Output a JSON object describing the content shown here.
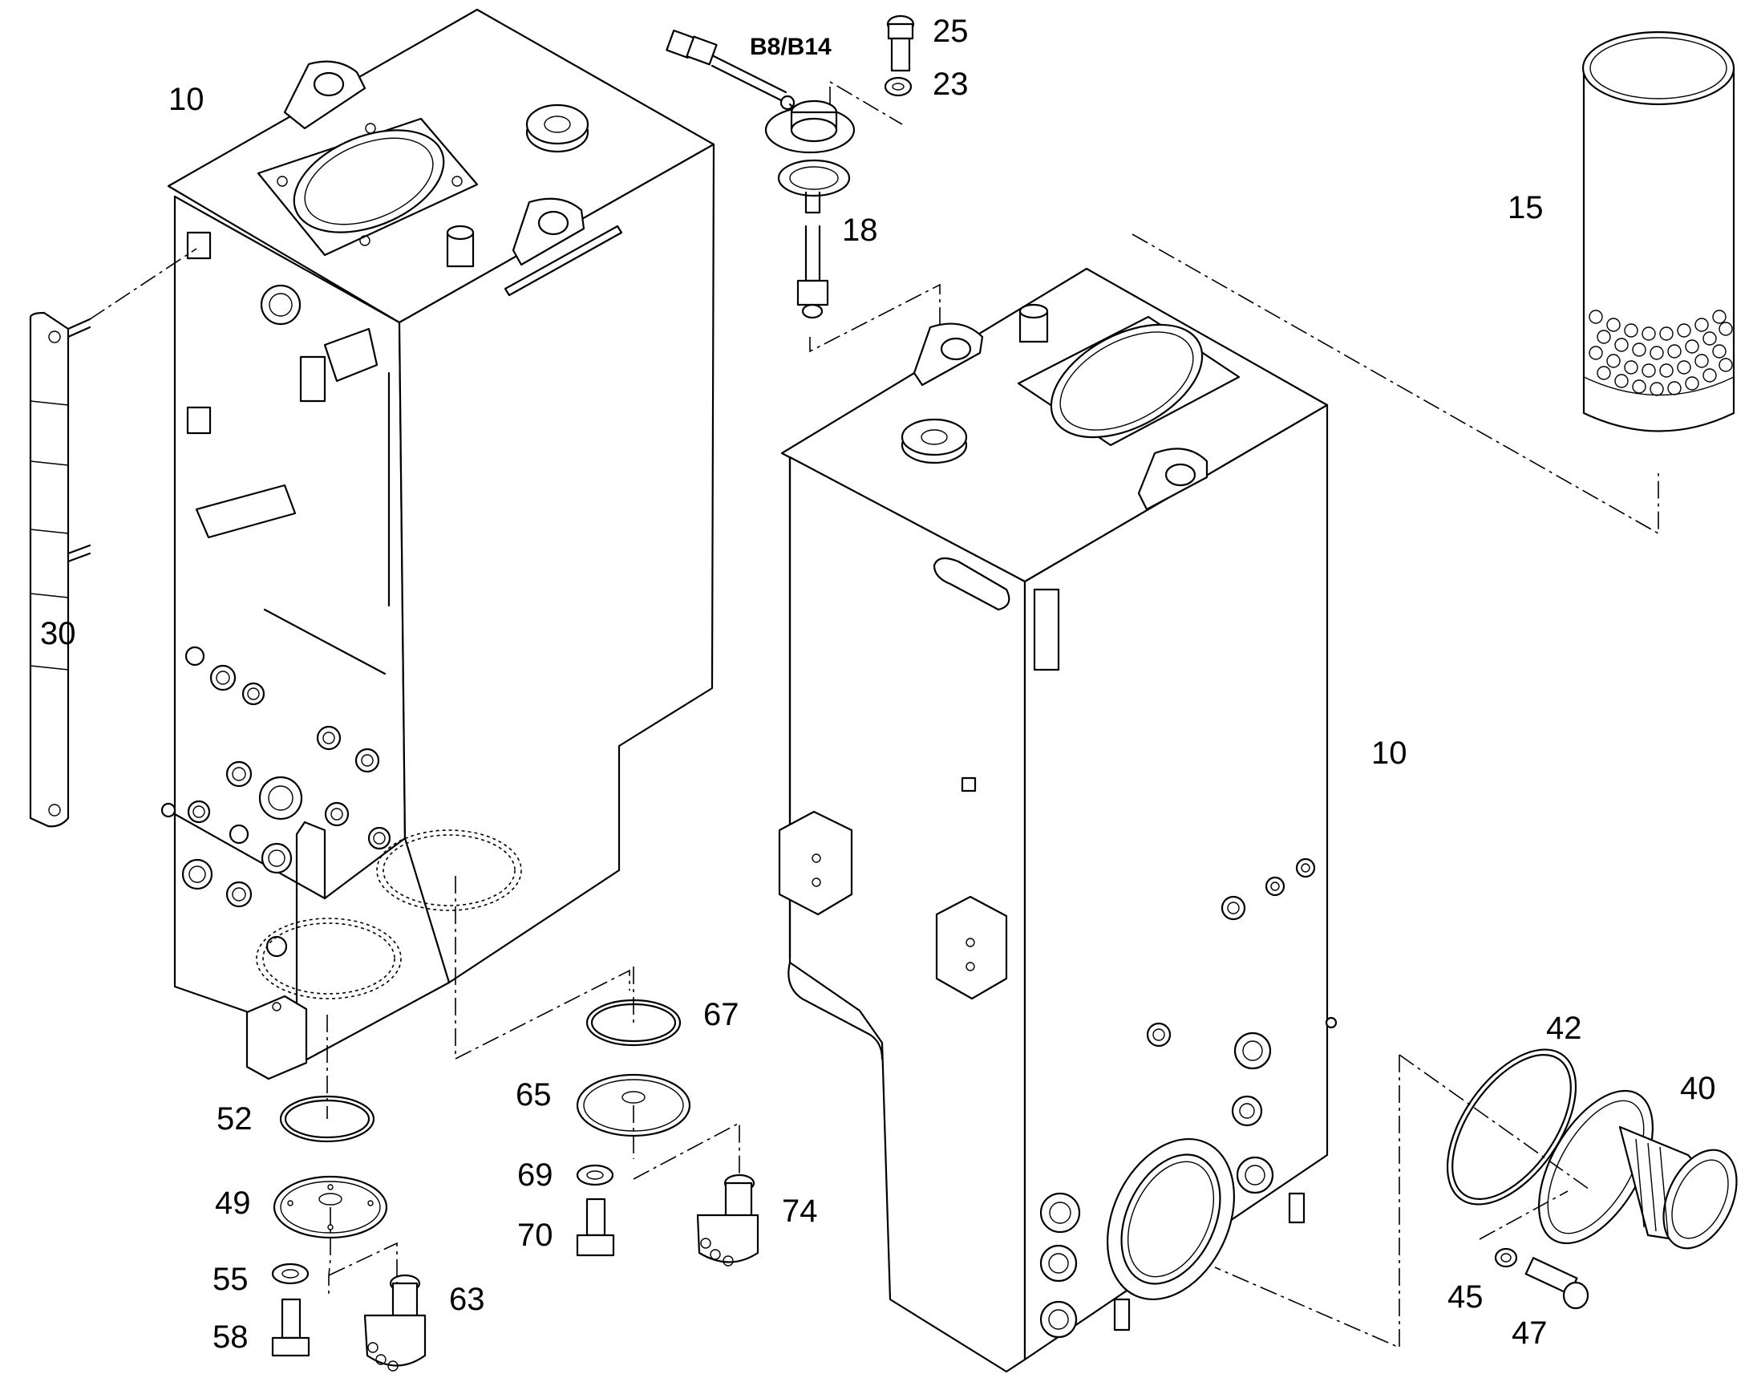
{
  "labels": {
    "tank_left": "10",
    "tank_right": "10",
    "sensor": "B8/B14",
    "bolt_25": "25",
    "washer_23": "23",
    "level_sensor": "18",
    "strainer": "15",
    "bracket": "30",
    "oring_67": "67",
    "cover_65": "65",
    "washer_69": "69",
    "bolt_70": "70",
    "plug_74": "74",
    "oring_52": "52",
    "cover_49": "49",
    "washer_55": "55",
    "bolt_58": "58",
    "plug_63": "63",
    "oring_42": "42",
    "breather_40": "40",
    "washer_45": "45",
    "screw_47": "47"
  }
}
